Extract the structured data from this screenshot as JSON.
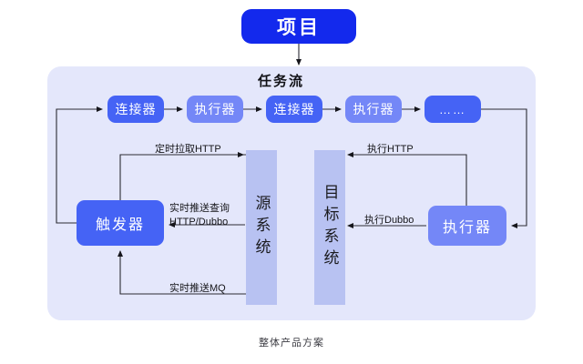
{
  "diagram": {
    "caption": "整体产品方案",
    "title_box": {
      "label": "项目"
    },
    "section_label": "任务流",
    "task_flow": [
      {
        "label": "连接器",
        "kind": "connector"
      },
      {
        "label": "执行器",
        "kind": "executor"
      },
      {
        "label": "连接器",
        "kind": "connector"
      },
      {
        "label": "执行器",
        "kind": "executor"
      },
      {
        "label": "……",
        "kind": "more"
      }
    ],
    "nodes": {
      "trigger": "触发器",
      "executor_right": "执行器"
    },
    "systems": {
      "source": "源系统",
      "target": "目标系统"
    },
    "edge_labels": {
      "pull_http": "定时拉取HTTP",
      "push_query_line1": "实时推送查询",
      "push_query_line2": "HTTP/Dubbo",
      "push_mq": "实时推送MQ",
      "exec_http": "执行HTTP",
      "exec_dubbo": "执行Dubbo"
    },
    "colors": {
      "project_blue": "#1329ed",
      "connector_blue": "#4563f5",
      "executor_blue": "#7487f7",
      "panel_bg": "#e4e7fb",
      "system_col": "#b8c2f2",
      "line": "#2b2b33",
      "page_bg": "#ffffff"
    }
  }
}
